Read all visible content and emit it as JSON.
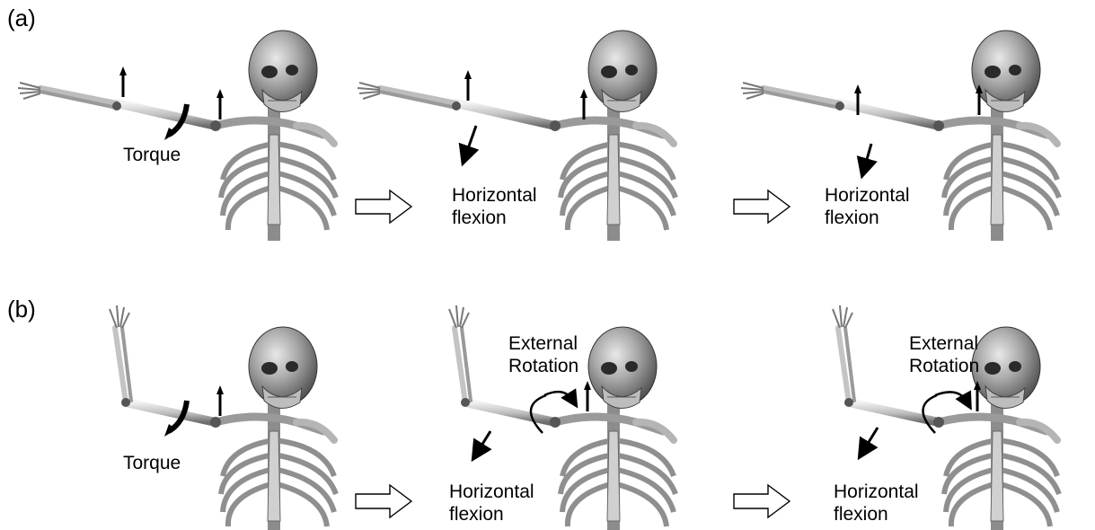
{
  "figure": {
    "panels": [
      {
        "label": "(a)",
        "frames": [
          {
            "caption": "Torque"
          },
          {
            "caption": "Horizontal\nflexion"
          },
          {
            "caption": "Horizontal\nflexion"
          }
        ]
      },
      {
        "label": "(b)",
        "frames": [
          {
            "caption": "Torque"
          },
          {
            "caption": "Horizontal\nflexion",
            "rotation_caption": "External\nRotation"
          },
          {
            "caption": "Horizontal\nflexion",
            "rotation_caption": "External\nRotation"
          }
        ]
      }
    ],
    "colors": {
      "skull": "#9a9a9a",
      "bone": "#c8c8c8",
      "bone_dark": "#7a7a7a",
      "arrow": "#000000",
      "hollow_arrow": "#ffffff"
    },
    "icons": [
      "skeleton-figure",
      "torque-arrow",
      "direction-arrow",
      "rotation-arrow",
      "hollow-transition-arrow"
    ]
  }
}
